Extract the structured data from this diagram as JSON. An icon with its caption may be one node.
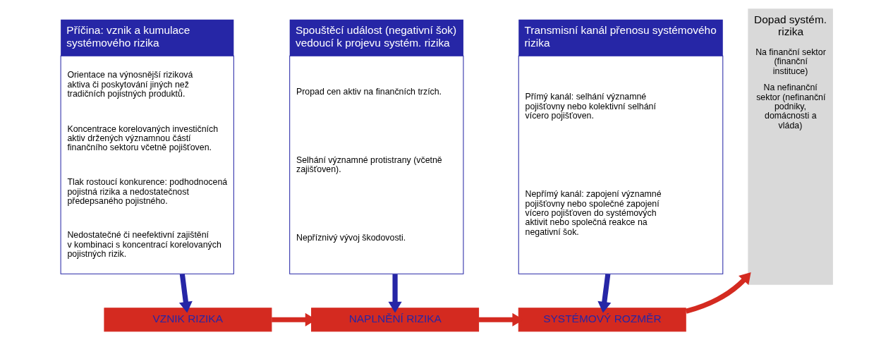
{
  "diagram": {
    "nodes": [
      {
        "text": [
          "Příčina: vznik a kumulace systémového rizika",
          "Orientace na výnosnější riziková aktiva či poskytování jiných než tradičních pojistných produktů.",
          "Koncentrace korelovaných investičních aktiv držených významnou částí finančního sektoru včetně pojišťoven.",
          "Tlak rostoucí konkurence: podhodnocená pojistná rizika a nedostatečnost předepsaného pojistného.",
          "Nedostatečné či neefektivní zajištění v kombinaci s koncentrací korelovaných pojistných rizik."
        ]
      },
      {
        "text": [
          "Spouštěcí událost (negativní šok) vedoucí k projevu systém. rizika",
          "Propad cen aktiv na finančních trzích.",
          "Selhání významné protistrany (včetně zajišťoven).",
          "Nepříznivý vývoj škodovosti."
        ]
      },
      {
        "text": [
          "Transmisní kanál přenosu systémového rizika",
          "Přímý kanál: selhání významné pojišťovny nebo kolektivní selhání vícero pojišťoven.",
          "Nepřímý kanál: zapojení významné pojišťovny nebo společné zapojení vícero pojišťoven do systémových aktivit nebo společná reakce na negativní šok."
        ]
      },
      {
        "text": [
          "Dopad systém. rizika",
          "Na finanční sektor (finanční instituce)",
          "Na nefinanční sektor (nefinanční podniky, domácnosti a vláda)"
        ]
      },
      {
        "text": [
          "VZNIK RIZIKA"
        ]
      },
      {
        "text": [
          "NAPLNĚNÍ RIZIKA"
        ]
      },
      {
        "text": [
          "SYSTÉMOVÝ ROZMĚR"
        ]
      }
    ],
    "edges": [
      {
        "from": 0,
        "to": 4,
        "arrow": "to"
      },
      {
        "from": 1,
        "to": 5,
        "arrow": "to"
      },
      {
        "from": 2,
        "to": 6,
        "arrow": "to"
      },
      {
        "from": 4,
        "to": 5,
        "arrow": "to",
        "color": "#d42a20"
      },
      {
        "from": 5,
        "to": 6,
        "arrow": "to",
        "color": "#d42a20"
      },
      {
        "from": 6,
        "to": 3,
        "arrow": "to",
        "color": "#d42a20"
      }
    ]
  }
}
